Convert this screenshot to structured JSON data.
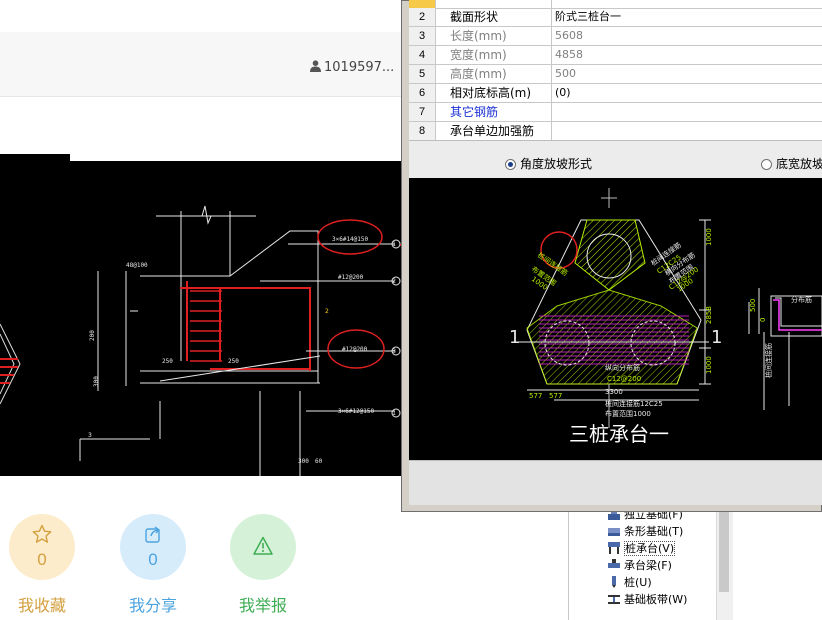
{
  "header": {
    "username": "1019597..."
  },
  "main_drawing": {
    "annotations": [
      "3×6#14@150",
      "#12@200",
      "#12@200",
      "3×6#12@150",
      "48@100",
      "250",
      "250",
      "200",
      "300",
      "300",
      "60",
      "1",
      "2",
      "3",
      "1",
      "2",
      "3"
    ]
  },
  "actions": [
    {
      "name": "favorite",
      "count": "0",
      "label": "我收藏",
      "color": "#d4a03f",
      "bg": "#fdeccb",
      "icon": "star-icon"
    },
    {
      "name": "share",
      "count": "0",
      "label": "我分享",
      "color": "#4ba3df",
      "bg": "#d6ecfb",
      "icon": "share-icon"
    },
    {
      "name": "report",
      "count": "",
      "label": "我举报",
      "color": "#3fad54",
      "bg": "#d5f2d9",
      "icon": "warning-icon"
    }
  ],
  "tree": {
    "items": [
      {
        "label": "独立基础(F)",
        "icon": "isolated-footing-icon"
      },
      {
        "label": "条形基础(T)",
        "icon": "strip-footing-icon"
      },
      {
        "label": "桩承台(V)",
        "icon": "pile-cap-icon"
      },
      {
        "label": "承台梁(F)",
        "icon": "cap-beam-icon"
      },
      {
        "label": "桩(U)",
        "icon": "pile-icon"
      },
      {
        "label": "基础板带(W)",
        "icon": "slab-strip-icon"
      }
    ]
  },
  "properties": {
    "rows": [
      {
        "num": "2",
        "name": "截面形状",
        "value": "阶式三桩台一",
        "name_color": "#000000",
        "value_color": "#000000"
      },
      {
        "num": "3",
        "name": "长度(mm)",
        "value": "5608",
        "name_color": "#808080",
        "value_color": "#808080"
      },
      {
        "num": "4",
        "name": "宽度(mm)",
        "value": "4858",
        "name_color": "#808080",
        "value_color": "#808080"
      },
      {
        "num": "5",
        "name": "高度(mm)",
        "value": "500",
        "name_color": "#808080",
        "value_color": "#808080"
      },
      {
        "num": "6",
        "name": "相对底标高(m)",
        "value": "(0)",
        "name_color": "#000000",
        "value_color": "#000000"
      },
      {
        "num": "7",
        "name": "其它钢筋",
        "value": "",
        "name_color": "#1a2fd6",
        "value_color": "#000000"
      },
      {
        "num": "8",
        "name": "承台单边加强筋",
        "value": "",
        "name_color": "#000000",
        "value_color": "#000000"
      }
    ]
  },
  "options": {
    "angle_slope": "角度放坡形式",
    "width_slope": "底宽放坡"
  },
  "cad": {
    "title": "三桩承台一",
    "labels": [
      "桩间连接筋",
      "布置范围",
      "1000",
      "横向分布筋",
      "C12@200",
      "桩间连接筋",
      "C12C25",
      "布置范围",
      "1000",
      "纵向分布筋",
      "C12@200",
      "桩间连接筋12C25",
      "布置范围1000",
      "577",
      "577",
      "3300",
      "2858",
      "1000",
      "1000",
      "1",
      "1",
      "分布筋",
      "500",
      "0",
      "桩间连接筋"
    ]
  }
}
